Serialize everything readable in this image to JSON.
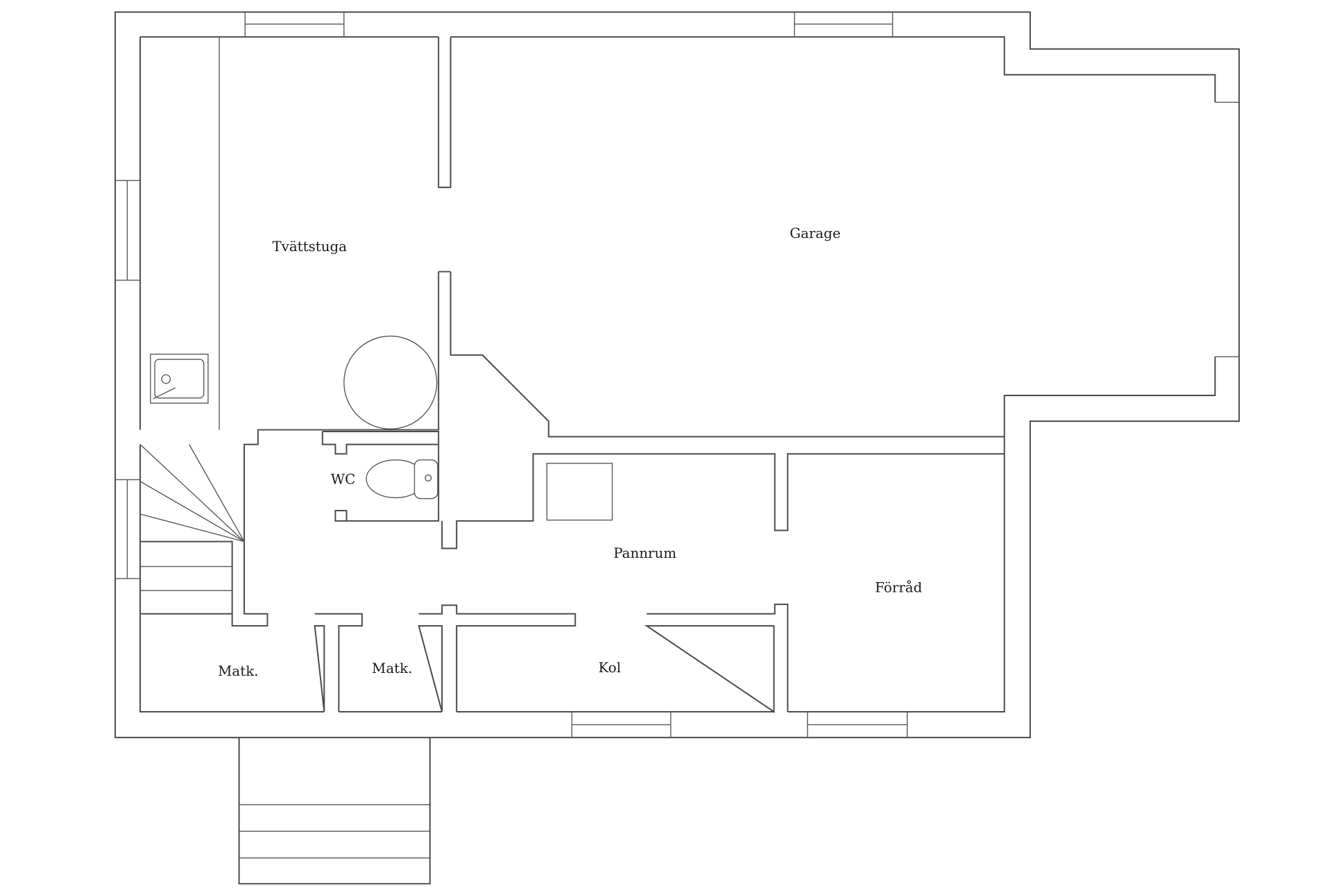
{
  "plan": {
    "line_color": "#4a4a4a",
    "rooms": {
      "tvattstuga": "Tvättstuga",
      "garage": "Garage",
      "wc": "WC",
      "pannrum": "Pannrum",
      "forrad": "Förråd",
      "matk_left": "Matk.",
      "matk_right": "Matk.",
      "kol": "Kol"
    }
  }
}
